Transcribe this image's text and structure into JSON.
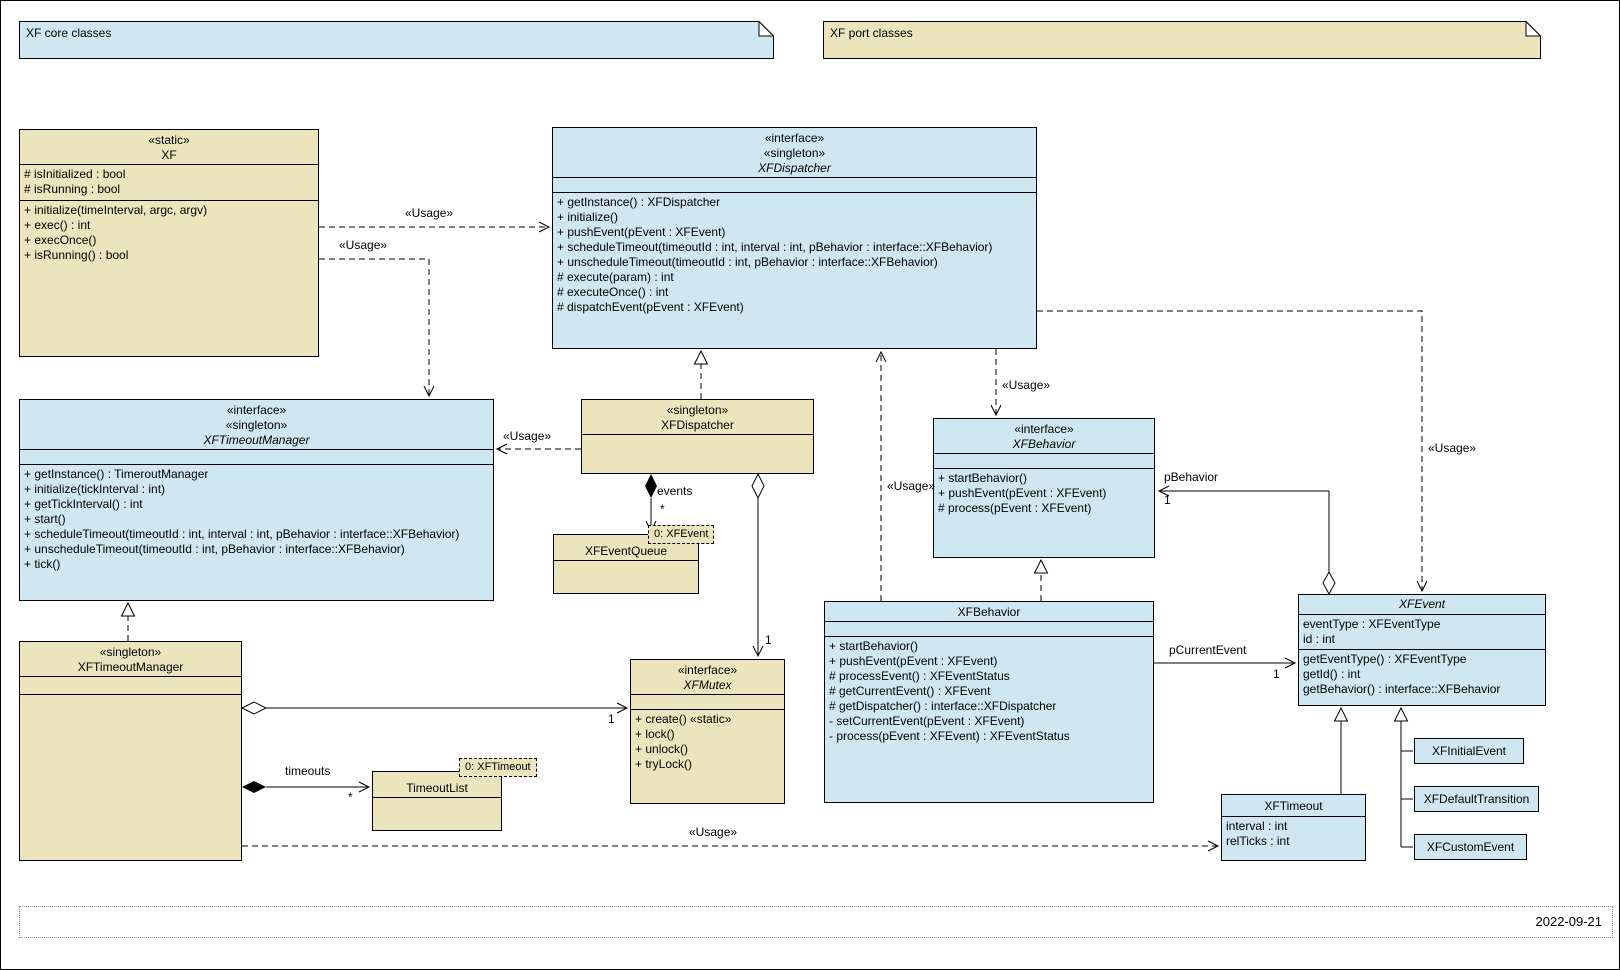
{
  "legend": {
    "core_note": "XF core classes",
    "port_note": "XF port classes"
  },
  "colors": {
    "core_fill": "#cfe7f1",
    "port_fill": "#ebe4bd",
    "line": "#000000"
  },
  "date": "2022-09-21",
  "labels": {
    "usage": "«Usage»",
    "events": "events",
    "timeouts": "timeouts",
    "pBehavior": "pBehavior",
    "pCurrentEvent": "pCurrentEvent",
    "one": "1",
    "many": "*"
  },
  "object_notes": {
    "event_obj": "0: XFEvent",
    "timeout_obj": "0: XFTimeout"
  },
  "classes": {
    "xf": {
      "stereotype": "«static»",
      "name": "XF",
      "attributes": [
        "# isInitialized : bool",
        "# isRunning : bool"
      ],
      "methods": [
        "+ initialize(timeInterval, argc, argv)",
        "+ exec() : int",
        "+ execOnce()",
        "+ isRunning() : bool"
      ]
    },
    "xfdispatcher_if": {
      "stereotype": "«interface»\n«singleton»",
      "name": "XFDispatcher",
      "attributes": [],
      "methods": [
        "+ getInstance() : XFDispatcher",
        "+ initialize()",
        "+ pushEvent(pEvent : XFEvent)",
        "+ scheduleTimeout(timeoutId : int, interval : int, pBehavior : interface::XFBehavior)",
        "+ unscheduleTimeout(timeoutId : int, pBehavior : interface::XFBehavior)",
        "# execute(param) : int",
        "# executeOnce() : int",
        "# dispatchEvent(pEvent : XFEvent)"
      ]
    },
    "xftimeoutmanager_if": {
      "stereotype": "«interface»\n«singleton»",
      "name": "XFTimeoutManager",
      "attributes": [],
      "methods": [
        "+ getInstance() : TimeroutManager",
        "+ initialize(tickInterval : int)",
        "+ getTickInterval() : int",
        "+ start()",
        "+ scheduleTimeout(timeoutId : int, interval : int, pBehavior : interface::XFBehavior)",
        "+ unscheduleTimeout(timeoutId : int, pBehavior : interface::XFBehavior)",
        "+ tick()"
      ]
    },
    "xfdispatcher_impl": {
      "stereotype": "«singleton»",
      "name": "XFDispatcher",
      "attributes": [],
      "methods": []
    },
    "xfeventqueue": {
      "stereotype": "",
      "name": "XFEventQueue",
      "attributes": [],
      "methods": []
    },
    "xfbehavior_if": {
      "stereotype": "«interface»",
      "name": "XFBehavior",
      "attributes": [],
      "methods": [
        "+ startBehavior()",
        "+ pushEvent(pEvent : XFEvent)",
        "# process(pEvent : XFEvent)"
      ]
    },
    "xfbehavior_impl": {
      "stereotype": "",
      "name": "XFBehavior",
      "attributes": [],
      "methods": [
        "+ startBehavior()",
        "+ pushEvent(pEvent : XFEvent)",
        "# processEvent() : XFEventStatus",
        "# getCurrentEvent() : XFEvent",
        "# getDispatcher() : interface::XFDispatcher",
        "- setCurrentEvent(pEvent : XFEvent)",
        "- process(pEvent : XFEvent) : XFEventStatus"
      ]
    },
    "xfevent": {
      "stereotype": "",
      "name": "XFEvent",
      "attributes": [
        "eventType : XFEventType",
        "id : int"
      ],
      "methods": [
        "getEventType() : XFEventType",
        "getId() : int",
        "getBehavior() : interface::XFBehavior"
      ]
    },
    "xfmutex_if": {
      "stereotype": "«interface»",
      "name": "XFMutex",
      "attributes": [],
      "methods": [
        "+ create() «static»",
        "+ lock()",
        "+ unlock()",
        "+ tryLock()"
      ]
    },
    "xftimeoutmanager_impl": {
      "stereotype": "«singleton»",
      "name": "XFTimeoutManager",
      "attributes": [],
      "methods": []
    },
    "timeoutlist": {
      "stereotype": "",
      "name": "TimeoutList",
      "attributes": [],
      "methods": []
    },
    "xftimeout": {
      "stereotype": "",
      "name": "XFTimeout",
      "attributes": [
        "interval : int",
        "relTicks : int"
      ],
      "methods": []
    },
    "xfinitialevent": {
      "stereotype": "",
      "name": "XFInitialEvent",
      "attributes": [],
      "methods": []
    },
    "xfdefaulttransition": {
      "stereotype": "",
      "name": "XFDefaultTransition",
      "attributes": [],
      "methods": []
    },
    "xfcustomevent": {
      "stereotype": "",
      "name": "XFCustomEvent",
      "attributes": [],
      "methods": []
    }
  }
}
